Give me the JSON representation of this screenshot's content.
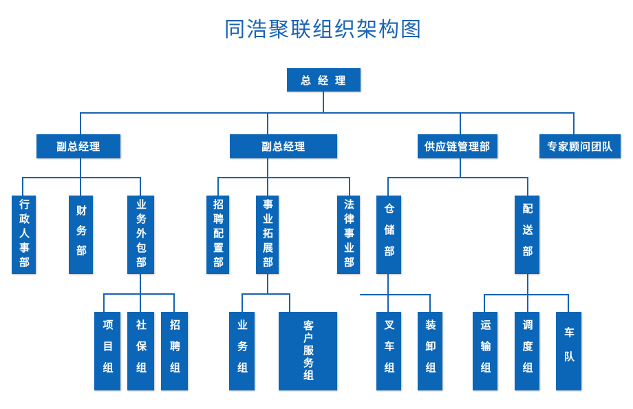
{
  "title": "同浩聚联组织架构图",
  "colors": {
    "box": "#0b66b7",
    "line": "#1463b0",
    "title": "#1a64b4",
    "text": "#ffffff"
  },
  "org": {
    "ceo": "总经理",
    "level1": [
      {
        "label": "副总经理"
      },
      {
        "label": "副总经理"
      },
      {
        "label": "供应链管理部"
      },
      {
        "label": "专家顾问团队"
      }
    ],
    "vp1_depts": [
      "行政人事部",
      "财务部",
      "业务外包部"
    ],
    "vp2_depts": [
      "招聘配置部",
      "事业拓展部",
      "法律事业部"
    ],
    "sc_depts": [
      "仓储部",
      "配送部"
    ],
    "outsourcing_groups": [
      "项目组",
      "社保组",
      "招聘组"
    ],
    "bizdev_groups": [
      "业务组",
      "客户服务组"
    ],
    "warehouse_groups": [
      "叉车组",
      "装卸组"
    ],
    "delivery_groups": [
      "运输组",
      "调度组",
      "车队"
    ]
  }
}
